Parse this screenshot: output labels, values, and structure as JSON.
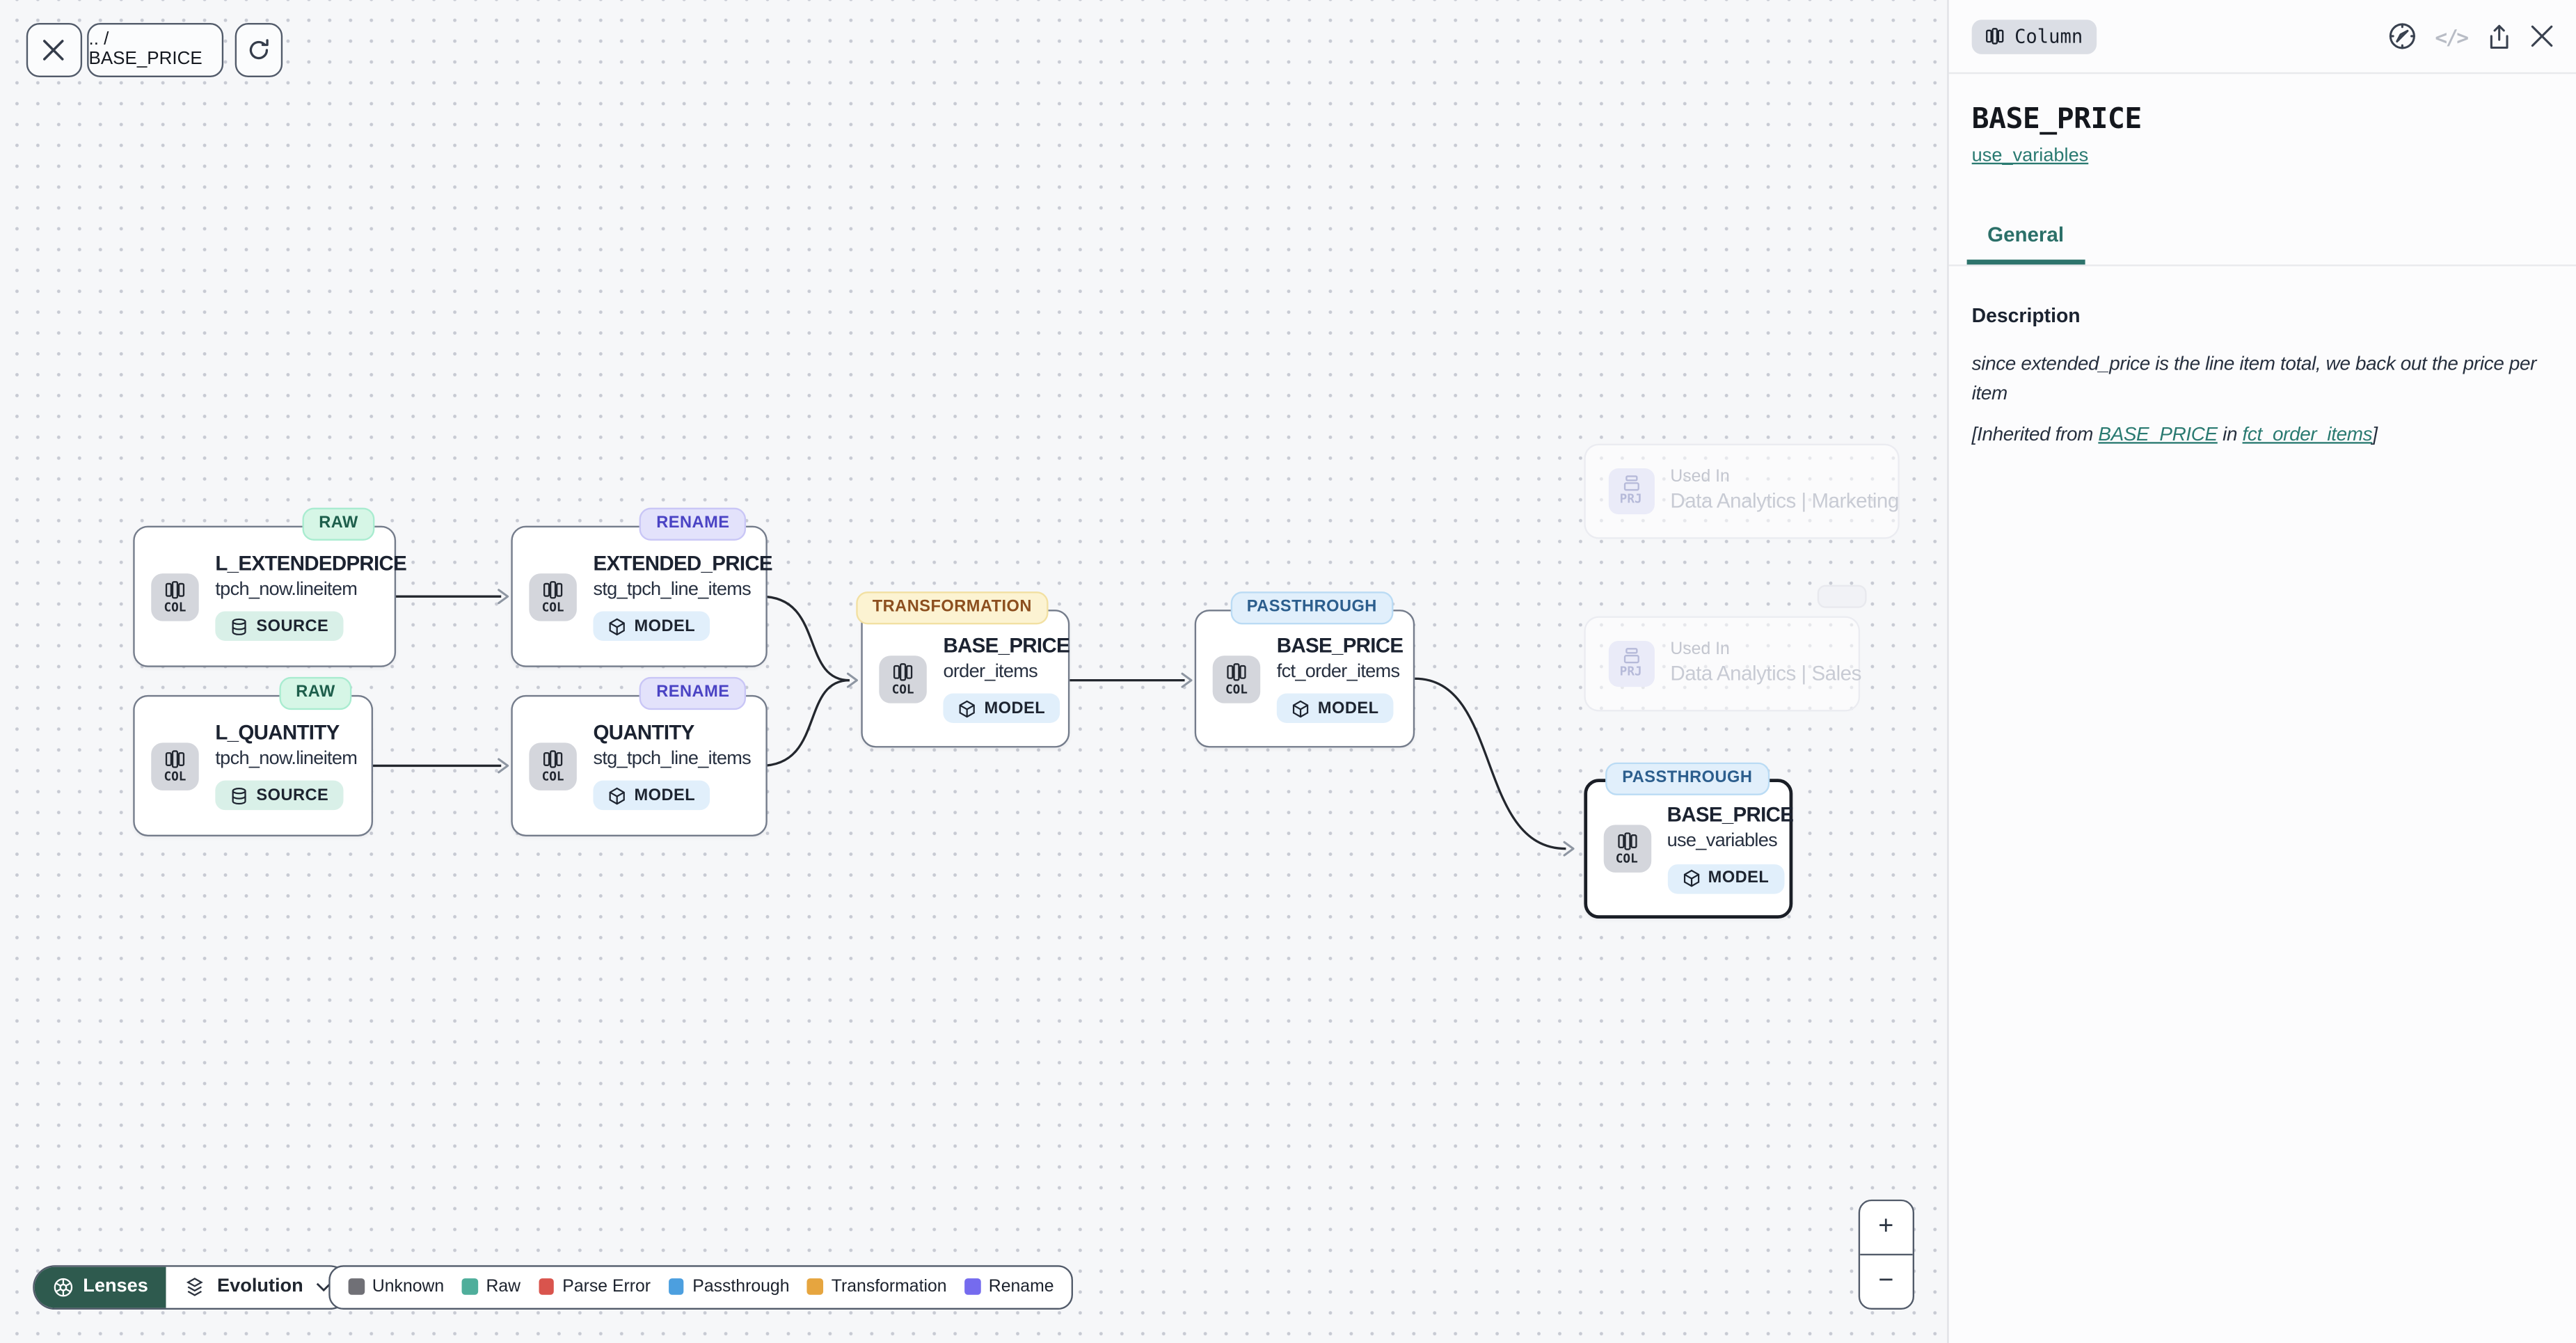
{
  "toolbar": {
    "breadcrumb": ".. / BASE_PRICE"
  },
  "lenses": {
    "button_label": "Lenses",
    "mode_label": "Evolution"
  },
  "legend": {
    "items": [
      {
        "label": "Unknown",
        "color": "#707076"
      },
      {
        "label": "Raw",
        "color": "#4fae9b"
      },
      {
        "label": "Parse Error",
        "color": "#d9544d"
      },
      {
        "label": "Passthrough",
        "color": "#4c9fdf"
      },
      {
        "label": "Transformation",
        "color": "#e6a53f"
      },
      {
        "label": "Rename",
        "color": "#756bee"
      }
    ]
  },
  "zoom_controls": {
    "zoom_in": "+",
    "zoom_out": "−"
  },
  "icons": {
    "code_icon": "</>"
  },
  "nodes": [
    {
      "kind": "COL",
      "title": "L_EXTENDEDPRICE",
      "subtitle": "tpch_now.lineitem",
      "chip": "SOURCE",
      "badge": "RAW"
    },
    {
      "kind": "COL",
      "title": "EXTENDED_PRICE",
      "subtitle": "stg_tpch_line_items",
      "chip": "MODEL",
      "badge": "RENAME"
    },
    {
      "kind": "COL",
      "title": "L_QUANTITY",
      "subtitle": "tpch_now.lineitem",
      "chip": "SOURCE",
      "badge": "RAW"
    },
    {
      "kind": "COL",
      "title": "QUANTITY",
      "subtitle": "stg_tpch_line_items",
      "chip": "MODEL",
      "badge": "RENAME"
    },
    {
      "kind": "COL",
      "title": "BASE_PRICE",
      "subtitle": "order_items",
      "chip": "MODEL",
      "badge": "TRANSFORMATION"
    },
    {
      "kind": "COL",
      "title": "BASE_PRICE",
      "subtitle": "fct_order_items",
      "chip": "MODEL",
      "badge": "PASSTHROUGH"
    },
    {
      "kind": "COL",
      "title": "BASE_PRICE",
      "subtitle": "use_variables",
      "chip": "MODEL",
      "badge": "PASSTHROUGH"
    }
  ],
  "ghost_nodes": [
    {
      "kind": "PRJ",
      "label": "Used In",
      "name": "Data Analytics | Marketing"
    },
    {
      "kind": "PRJ",
      "label": "Used In",
      "name": "Data Analytics | Sales"
    }
  ],
  "panel": {
    "type_chip": "Column",
    "title": "BASE_PRICE",
    "model_link": "use_variables",
    "tabs": [
      {
        "label": "General"
      }
    ],
    "description_label": "Description",
    "description_text": "since extended_price is the line item total, we back out the price per item",
    "inherited": {
      "prefix": "[Inherited from ",
      "link_column": "BASE_PRICE",
      "middle": " in ",
      "link_model": "fct_order_items",
      "suffix": "]"
    }
  }
}
